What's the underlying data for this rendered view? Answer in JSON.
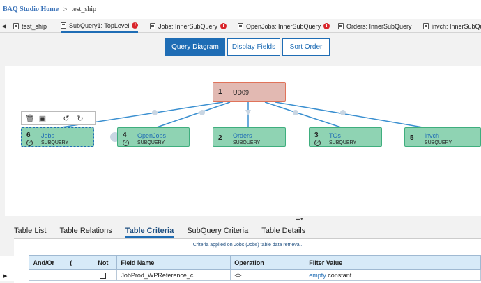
{
  "breadcrumb": {
    "home": "BAQ Studio Home",
    "separator": ">",
    "current": "test_ship"
  },
  "tabs": [
    {
      "label": "test_ship",
      "error": false,
      "active": false
    },
    {
      "label": "SubQuery1: TopLevel",
      "error": true,
      "active": true
    },
    {
      "label": "Jobs: InnerSubQuery",
      "error": true,
      "active": false
    },
    {
      "label": "OpenJobs: InnerSubQuery",
      "error": true,
      "active": false
    },
    {
      "label": "Orders: InnerSubQuery",
      "error": false,
      "active": false
    },
    {
      "label": "invch: InnerSubQuery",
      "error": false,
      "active": false
    }
  ],
  "view_buttons": {
    "query_diagram": "Query Diagram",
    "display_fields": "Display Fields",
    "sort_order": "Sort Order"
  },
  "nodes": {
    "root": {
      "num": "1",
      "name": "UD09"
    },
    "jobs": {
      "num": "6",
      "name": "Jobs",
      "type": "SUBQUERY"
    },
    "openjobs": {
      "num": "4",
      "name": "OpenJobs",
      "type": "SUBQUERY"
    },
    "orders": {
      "num": "2",
      "name": "Orders",
      "type": "SUBQUERY"
    },
    "tos": {
      "num": "3",
      "name": "TOs",
      "type": "SUBQUERY"
    },
    "invch": {
      "num": "5",
      "name": "invch",
      "type": "SUBQUERY"
    }
  },
  "lower_tabs": {
    "table_list": "Table List",
    "table_relations": "Table Relations",
    "table_criteria": "Table Criteria",
    "subquery_criteria": "SubQuery Criteria",
    "table_details": "Table Details"
  },
  "criteria_note": "Criteria applied on Jobs (Jobs) table data retrieval.",
  "grid": {
    "headers": {
      "andor": "And/Or",
      "paren": "(",
      "not": "Not",
      "field": "Field Name",
      "operation": "Operation",
      "filter": "Filter Value"
    },
    "row": {
      "andor": "",
      "paren": "",
      "field": "JobProd_WPReference_c",
      "operation": "<>",
      "filter_link": "empty",
      "filter_text": "constant"
    }
  },
  "colors": {
    "accent": "#1f6db5",
    "node_fill": "#8fd3b3",
    "root_fill": "#e2b9b2",
    "error": "#d9252b"
  }
}
